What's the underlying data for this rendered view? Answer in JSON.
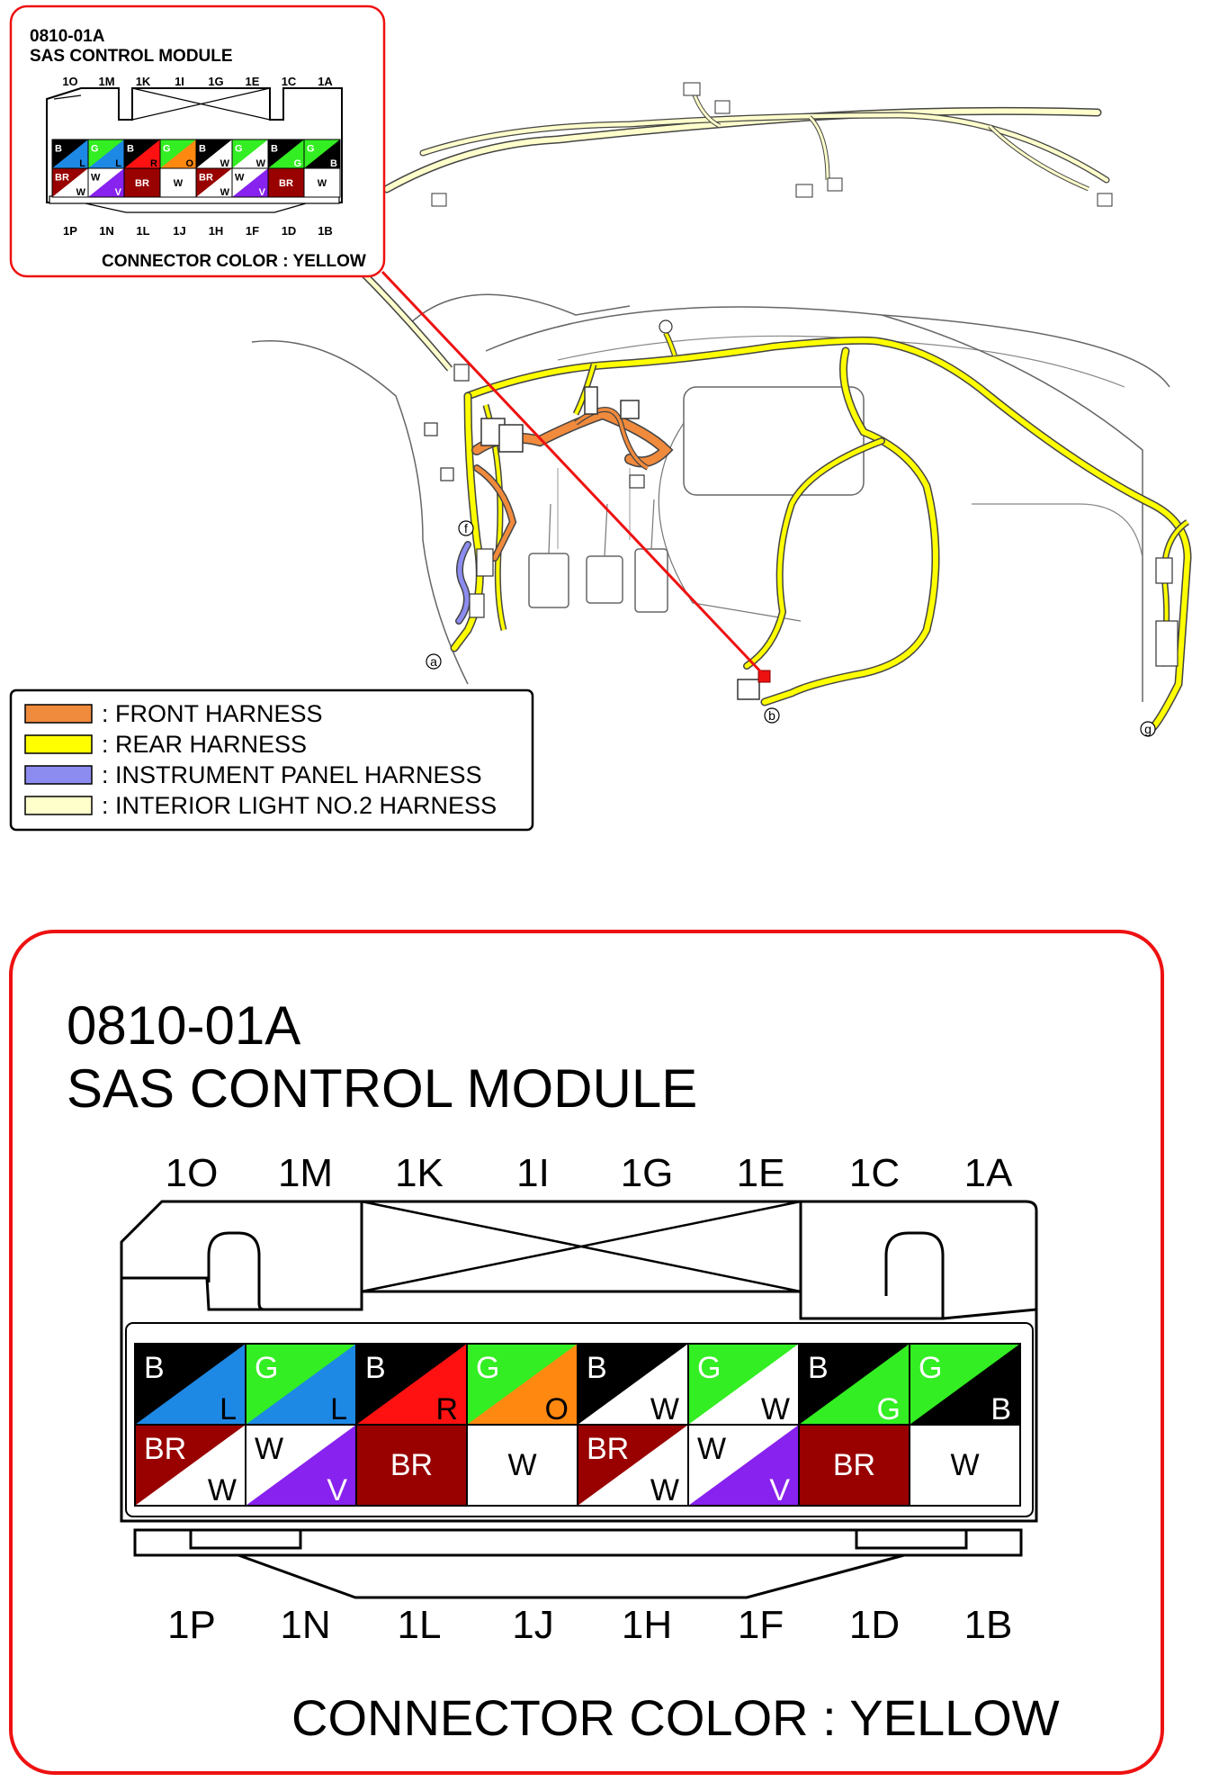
{
  "inset": {
    "code": "0810-01A",
    "module_name": "SAS CONTROL MODULE",
    "connector_color": "CONNECTOR COLOR : YELLOW"
  },
  "detail": {
    "code": "0810-01A",
    "module_name": "SAS CONTROL MODULE",
    "connector_color": "CONNECTOR COLOR : YELLOW"
  },
  "pins_top": [
    "1O",
    "1M",
    "1K",
    "1I",
    "1G",
    "1E",
    "1C",
    "1A"
  ],
  "pins_bottom": [
    "1P",
    "1N",
    "1L",
    "1J",
    "1H",
    "1F",
    "1D",
    "1B"
  ],
  "wires_top": [
    {
      "main": "B",
      "stripe": "L",
      "main_color": "#000000",
      "stripe_color": "#1e88e5",
      "main_text_color": "#ffffff",
      "stripe_text_color": "#000000"
    },
    {
      "main": "G",
      "stripe": "L",
      "main_color": "#33ee22",
      "stripe_color": "#1e88e5",
      "main_text_color": "#ffffff",
      "stripe_text_color": "#000000"
    },
    {
      "main": "B",
      "stripe": "R",
      "main_color": "#000000",
      "stripe_color": "#ff1111",
      "main_text_color": "#ffffff",
      "stripe_text_color": "#000000"
    },
    {
      "main": "G",
      "stripe": "O",
      "main_color": "#33ee22",
      "stripe_color": "#ff8811",
      "main_text_color": "#ffffff",
      "stripe_text_color": "#000000"
    },
    {
      "main": "B",
      "stripe": "W",
      "main_color": "#000000",
      "stripe_color": "#ffffff",
      "main_text_color": "#ffffff",
      "stripe_text_color": "#000000"
    },
    {
      "main": "G",
      "stripe": "W",
      "main_color": "#33ee22",
      "stripe_color": "#ffffff",
      "main_text_color": "#ffffff",
      "stripe_text_color": "#000000"
    },
    {
      "main": "B",
      "stripe": "G",
      "main_color": "#000000",
      "stripe_color": "#33ee22",
      "main_text_color": "#ffffff",
      "stripe_text_color": "#ffffff"
    },
    {
      "main": "G",
      "stripe": "B",
      "main_color": "#33ee22",
      "stripe_color": "#000000",
      "main_text_color": "#ffffff",
      "stripe_text_color": "#ffffff"
    }
  ],
  "wires_bottom": [
    {
      "main": "BR",
      "stripe": "W",
      "main_color": "#990000",
      "stripe_color": "#ffffff",
      "main_text_color": "#ffffff",
      "stripe_text_color": "#000000"
    },
    {
      "main": "W",
      "stripe": "V",
      "main_color": "#ffffff",
      "stripe_color": "#8822ee",
      "main_text_color": "#000000",
      "stripe_text_color": "#ffffff"
    },
    {
      "main": "BR",
      "stripe": "",
      "main_color": "#990000",
      "stripe_color": "#990000",
      "main_text_color": "#ffffff",
      "stripe_text_color": "#ffffff"
    },
    {
      "main": "W",
      "stripe": "",
      "main_color": "#ffffff",
      "stripe_color": "#ffffff",
      "main_text_color": "#000000",
      "stripe_text_color": "#000000"
    },
    {
      "main": "BR",
      "stripe": "W",
      "main_color": "#990000",
      "stripe_color": "#ffffff",
      "main_text_color": "#ffffff",
      "stripe_text_color": "#000000"
    },
    {
      "main": "W",
      "stripe": "V",
      "main_color": "#ffffff",
      "stripe_color": "#8822ee",
      "main_text_color": "#000000",
      "stripe_text_color": "#ffffff"
    },
    {
      "main": "BR",
      "stripe": "",
      "main_color": "#990000",
      "stripe_color": "#990000",
      "main_text_color": "#ffffff",
      "stripe_text_color": "#ffffff"
    },
    {
      "main": "W",
      "stripe": "",
      "main_color": "#ffffff",
      "stripe_color": "#ffffff",
      "main_text_color": "#000000",
      "stripe_text_color": "#000000"
    }
  ],
  "legend": [
    {
      "label": ": FRONT HARNESS",
      "color": "#f08a3c"
    },
    {
      "label": ": REAR HARNESS",
      "color": "#ffff00"
    },
    {
      "label": ": INSTRUMENT PANEL HARNESS",
      "color": "#8c8cf0"
    },
    {
      "label": ": INTERIOR LIGHT NO.2 HARNESS",
      "color": "#ffffcc"
    }
  ],
  "callouts": [
    "a",
    "b",
    "f",
    "g"
  ],
  "colors": {
    "frame_red": "#ee1111",
    "front_harness": "#f08a3c",
    "rear_harness": "#ffff00",
    "instrument_panel_harness": "#8c8cf0",
    "interior_light_harness": "#ffffcc"
  }
}
